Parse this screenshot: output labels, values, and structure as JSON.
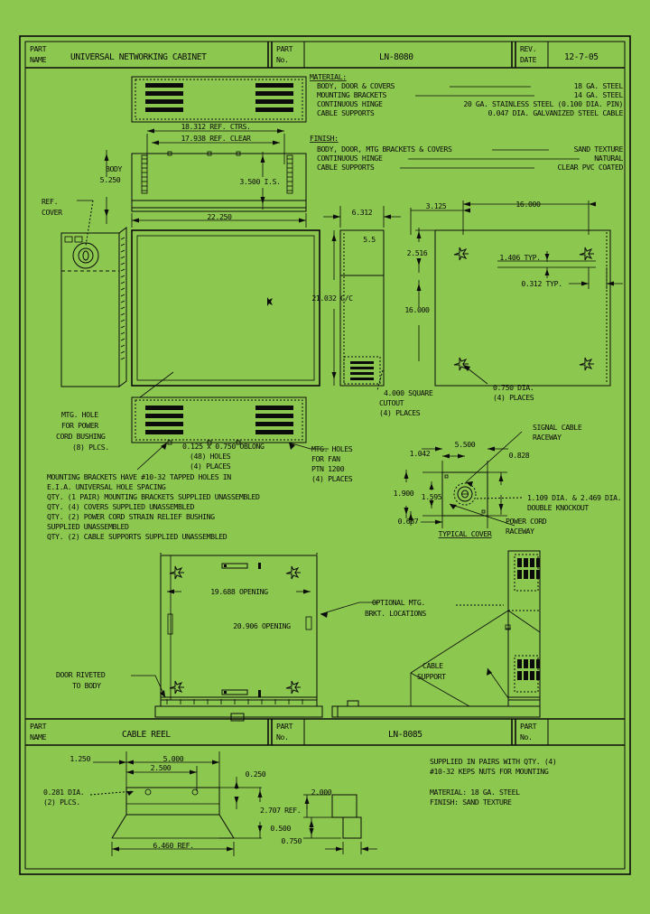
{
  "sheet": {
    "background_color": "#8cc750",
    "ink_color": "#0b0b0b"
  },
  "title_block_top": {
    "part_name_label": "PART\nNAME",
    "part_name_label_l1": "PART",
    "part_name_label_l2": "NAME",
    "part_name_value": "UNIVERSAL NETWORKING CABINET",
    "part_no_label_l1": "PART",
    "part_no_label_l2": "No.",
    "part_no_value": "LN-8080",
    "rev_label_l1": "REV.",
    "rev_label_l2": "DATE",
    "rev_value": "12-7-05"
  },
  "title_block_bottom": {
    "part_name_label_l1": "PART",
    "part_name_label_l2": "NAME",
    "part_name_value": "CABLE REEL",
    "part_no_label_l1": "PART",
    "part_no_label_l2": "No.",
    "part_no_value": "LN-8085",
    "part_no2_label_l1": "PART",
    "part_no2_label_l2": "No.",
    "part_no2_value": ""
  },
  "specs": {
    "material_heading": "MATERIAL:",
    "material_rows": [
      {
        "item": "BODY, DOOR & COVERS",
        "value": "18 GA. STEEL"
      },
      {
        "item": "MOUNTING BRACKETS",
        "value": "14 GA. STEEL"
      },
      {
        "item": "CONTINUOUS HINGE",
        "value": "20 GA. STAINLESS STEEL (0.100 DIA. PIN)"
      },
      {
        "item": "CABLE SUPPORTS",
        "value": "0.047 DIA. GALVANIZED STEEL CABLE"
      }
    ],
    "finish_heading": "FINISH:",
    "finish_rows": [
      {
        "item": "BODY, DOOR, MTG BRACKETS & COVERS",
        "value": "SAND TEXTURE"
      },
      {
        "item": "CONTINUOUS HINGE",
        "value": "NATURAL"
      },
      {
        "item": "CABLE SUPPORTS",
        "value": "CLEAR PVC COATED"
      }
    ]
  },
  "dimensions": {
    "top_view": {
      "ref_ctrs": "18.312 REF. CTRS.",
      "ref_clear": "17.938 REF. CLEAR",
      "body_label": "BODY",
      "body_value": "5.250",
      "inside": "3.500 I.S.",
      "overall": "22.250"
    },
    "front_view": {
      "height_cc": "21.032 C/C"
    },
    "side_view": {
      "width": "6.312",
      "depth": "5.5"
    },
    "rear_view": {
      "d_3125": "3.125",
      "d_16000_top": "16.000",
      "d_2516": "2.516",
      "d_16000_side": "16.000",
      "d_1406": "1.406 TYP.",
      "d_0312": "0.312 TYP."
    },
    "cover_detail": {
      "title": "TYPICAL COVER",
      "d_5500": "5.500",
      "d_1042": "1.042",
      "d_1900": "1.900",
      "d_1595": "1.595",
      "d_0687": "0.687",
      "d_0828": "0.828"
    },
    "door_view": {
      "opening_w": "19.688 OPENING",
      "opening_h": "20.906 OPENING"
    },
    "cable_reel": {
      "d_5000": "5.000",
      "d_2500": "2.500",
      "d_1250": "1.250",
      "d_0250": "0.250",
      "d_2707": "2.707 REF.",
      "d_2000": "2.000",
      "d_0500": "0.500",
      "d_0750": "0.750",
      "d_6460": "6.460 REF."
    }
  },
  "callouts": {
    "ref_cover": "REF.\nCOVER",
    "ref_cover_l1": "REF.",
    "ref_cover_l2": "COVER",
    "mtg_hole_power": [
      "MTG. HOLE",
      "FOR POWER",
      "CORD BUSHING",
      "(8) PLCS."
    ],
    "oblong": [
      "0.125 x 0.750 OBLONG",
      "(48) HOLES",
      "(4) PLACES"
    ],
    "mtg_holes_fan": [
      "MTG. HOLES",
      "FOR FAN",
      "PTN 1200",
      "(4) PLACES"
    ],
    "square_cutout": [
      "4.000 SQUARE",
      "CUTOUT",
      "(4) PLACES"
    ],
    "dia_0750": [
      "0.750 DIA.",
      "(4) PLACES"
    ],
    "signal_raceway": [
      "SIGNAL CABLE",
      "RACEWAY"
    ],
    "knockout": [
      "1.109 DIA. & 2.469 DIA.",
      "DOUBLE KNOCKOUT"
    ],
    "power_raceway": [
      "POWER CORD",
      "RACEWAY"
    ],
    "optional_mtg": [
      "OPTIONAL MTG.",
      "BRKT. LOCATIONS"
    ],
    "cable_support": [
      "CABLE",
      "SUPPORT"
    ],
    "door_riveted": [
      "DOOR RIVETED",
      "TO BODY"
    ],
    "reel_dia": [
      "0.281 DIA.",
      "(2) PLCS."
    ]
  },
  "notes": {
    "cabinet": [
      "MOUNTING BRACKETS HAVE #10-32 TAPPED HOLES IN",
      "    E.I.A. UNIVERSAL HOLE SPACING",
      "QTY. (1 PAIR) MOUNTING BRACKETS SUPPLIED UNASSEMBLED",
      "QTY. (4) COVERS SUPPLIED UNASSEMBLED",
      "QTY. (2) POWER CORD STRAIN RELIEF BUSHING",
      "    SUPPLIED UNASSEMBLED",
      "QTY. (2) CABLE SUPPORTS SUPPLIED UNASSEMBLED"
    ],
    "reel": [
      "SUPPLIED IN PAIRS WITH QTY. (4)",
      "  #10-32 KEPS NUTS FOR MOUNTING",
      "",
      "MATERIAL:  18 GA. STEEL",
      "FINISH:  SAND TEXTURE"
    ]
  }
}
